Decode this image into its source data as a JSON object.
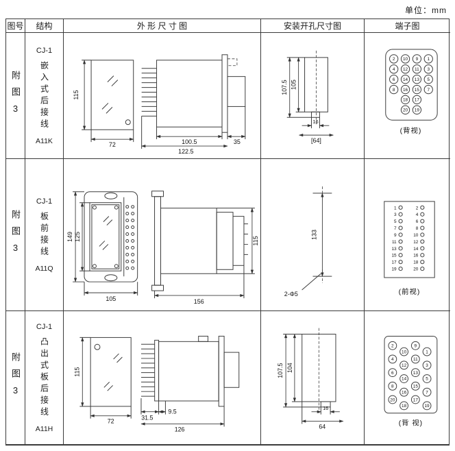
{
  "unit_label": "单位：mm",
  "header": {
    "fig": "图号",
    "struct": "结构",
    "outline": "外 形 尺 寸 图",
    "mount": "安装开孔尺寸图",
    "terminal": "端子图"
  },
  "rows": [
    {
      "fig": "附图3",
      "model": "CJ-1",
      "structure": "嵌入式后接线",
      "code": "A11K",
      "outline_dims": {
        "height": "115",
        "width": "72",
        "depth": "100.5",
        "total_depth": "122.5",
        "front": "35"
      },
      "mount_dims": {
        "outer_h": "107.5",
        "inner_h": "105",
        "slot_w": "16",
        "span": "[64]"
      },
      "terminal": {
        "view": "(背视)",
        "rows": [
          [
            "2",
            "10",
            "9",
            "1"
          ],
          [
            "4",
            "12",
            "11",
            "3"
          ],
          [
            "6",
            "14",
            "13",
            "5"
          ],
          [
            "8",
            "16",
            "15",
            "7"
          ],
          [
            "18",
            "17"
          ],
          [
            "20",
            "19"
          ]
        ]
      }
    },
    {
      "fig": "附图3",
      "model": "CJ-1",
      "structure": "板前接线",
      "code": "A11Q",
      "outline_dims": {
        "height": "149",
        "inner_height": "125",
        "width": "105",
        "depth": "156",
        "body_height": "115"
      },
      "mount_dims": {
        "pitch": "133",
        "holes": "2-Φ5"
      },
      "terminal": {
        "view": "(前视)",
        "rows": [
          [
            "1",
            "2"
          ],
          [
            "3",
            "4"
          ],
          [
            "5",
            "6"
          ],
          [
            "7",
            "8"
          ],
          [
            "9",
            "10"
          ],
          [
            "11",
            "12"
          ],
          [
            "13",
            "14"
          ],
          [
            "15",
            "16"
          ],
          [
            "17",
            "18"
          ],
          [
            "19",
            "20"
          ]
        ]
      }
    },
    {
      "fig": "附图3",
      "model": "CJ-1",
      "structure": "凸出式板后接线",
      "code": "A11H",
      "outline_dims": {
        "height": "115",
        "width": "72",
        "pin_depth": "31.5",
        "step": "9.5",
        "depth": "126"
      },
      "mount_dims": {
        "outer_h": "107.5",
        "inner_h": "104",
        "slot_w": "16",
        "span": "64"
      },
      "terminal": {
        "view": "(背 视)",
        "rows": [
          [
            "2",
            "10",
            "9",
            "1"
          ],
          [
            "4",
            "12",
            "11",
            "3"
          ],
          [
            "6",
            "14",
            "13",
            "5"
          ],
          [
            "8",
            "16",
            "15",
            "7"
          ],
          [
            "20",
            "18",
            "17",
            "19"
          ]
        ]
      }
    }
  ]
}
